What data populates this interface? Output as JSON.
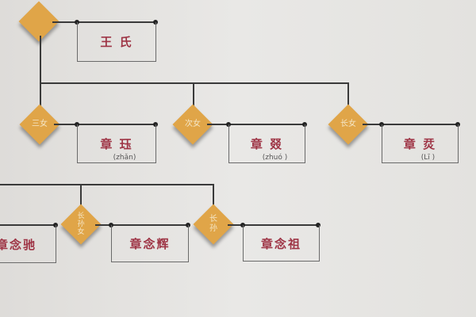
{
  "root": {
    "label": "王 氏"
  },
  "children": [
    {
      "role": "三女",
      "name": "章 珏",
      "pinyin": "(zhǎn)"
    },
    {
      "role": "次女",
      "name": "章 叕",
      "pinyin": "(zhuó )"
    },
    {
      "role": "长女",
      "name": "章 烎",
      "pinyin": "(Lī )"
    }
  ],
  "grandchildren": [
    {
      "name": "章念驰"
    },
    {
      "role": "长孙女",
      "name": "章念辉"
    },
    {
      "role": "长孙",
      "name": "章念祖"
    }
  ],
  "colors": {
    "diamond": "#e0a548",
    "name_text": "#9e3445"
  }
}
